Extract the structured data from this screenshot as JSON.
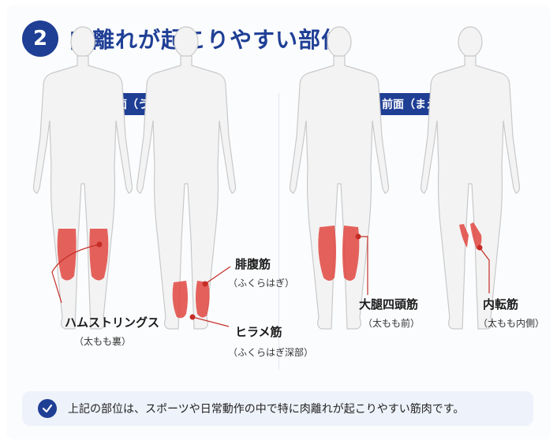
{
  "title": {
    "number": "2",
    "text": "肉離れが起こりやすい部位"
  },
  "views": {
    "back": "後面（うしろ）",
    "front": "前面（まえ）"
  },
  "muscles": {
    "hamstrings": {
      "name": "ハムストリングス",
      "sub": "（太もも裏）"
    },
    "gastrocnemius": {
      "name": "腓腹筋",
      "sub": "（ふくらはぎ）"
    },
    "soleus": {
      "name": "ヒラメ筋",
      "sub": "（ふくらはぎ深部）"
    },
    "quadriceps": {
      "name": "大腿四頭筋",
      "sub": "（太もも前）"
    },
    "adductor": {
      "name": "内転筋",
      "sub": "（太もも内側）"
    }
  },
  "note": "上記の部位は、スポーツや日常動作の中で特に肉離れが起こりやすい筋肉です。",
  "colors": {
    "brand": "#1f3f95",
    "muscle": "#e0473f",
    "body": "#f3f3f3",
    "body_stroke": "#c9c9c9"
  }
}
